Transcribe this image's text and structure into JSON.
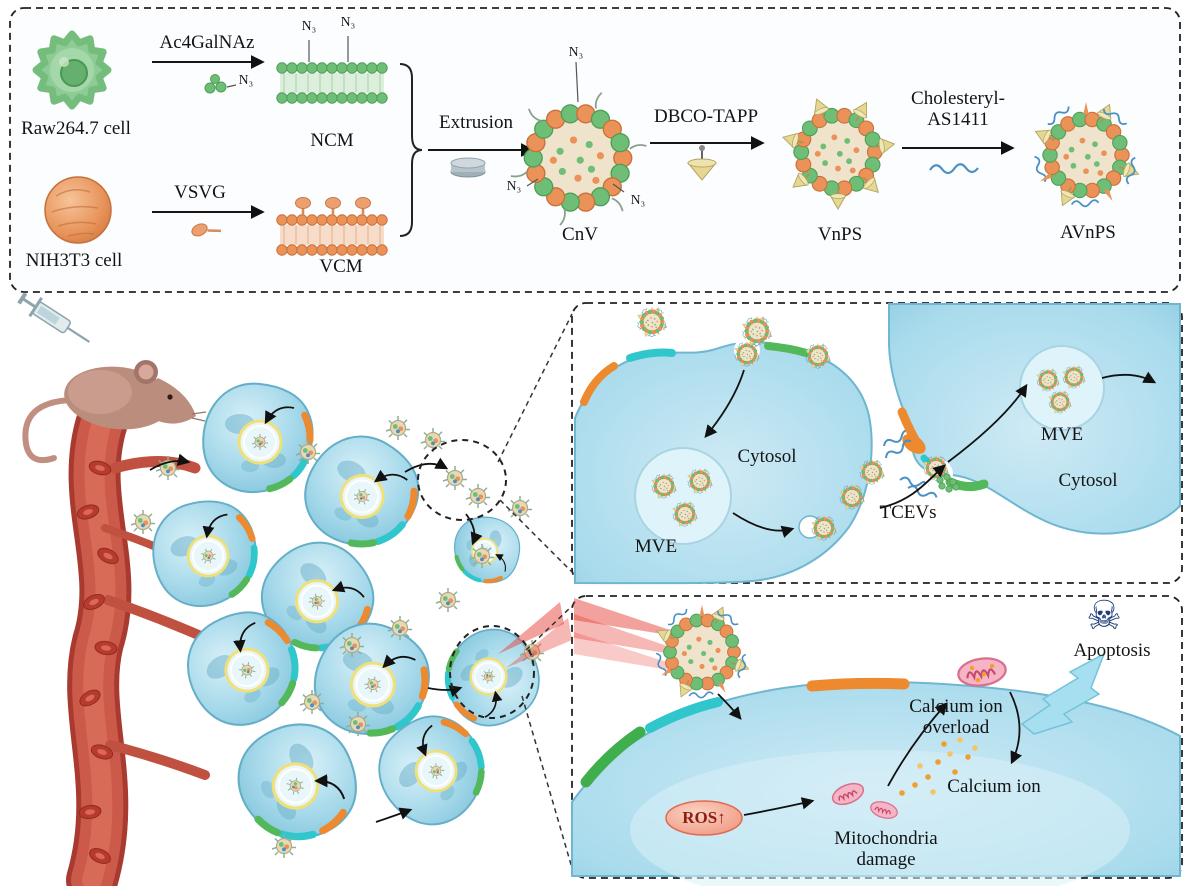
{
  "synthesis_panel": {
    "raw_cell_label": "Raw264.7 cell",
    "nih_cell_label": "NIH3T3 cell",
    "ac4galnaz_label": "Ac4GalNAz",
    "vsvg_label": "VSVG",
    "azide_label": "N₃",
    "ncm_label": "NCM",
    "vcm_label": "VCM",
    "extrusion_label": "Extrusion",
    "cnv_label": "CnV",
    "dbco_tapp_label": "DBCO-TAPP",
    "vnps_label": "VnPS",
    "cholesteryl_as1411_label": "Cholesteryl-AS1411",
    "avnps_label": "AVnPS"
  },
  "uptake_panel": {
    "cytosol_left_label": "Cytosol",
    "mve_left_label": "MVE",
    "tcevs_label": "TCEVs",
    "mve_right_label": "MVE",
    "cytosol_right_label": "Cytosol"
  },
  "mechanism_panel": {
    "ros_label": "ROS↑",
    "mitochondria_damage_label": "Mitochondria damage",
    "calcium_ion_label": "Calcium ion",
    "calcium_overload_label": "Calcium ion overload",
    "apoptosis_label": "Apoptosis",
    "skull_glyph": "☠"
  },
  "colors": {
    "membrane_green": "#6fbe77",
    "membrane_orange": "#ea9257",
    "tumor_cell_blue": "#8ecfe0",
    "vessel_red": "#c14a42",
    "mitochondria_pink": "#f6b5c4",
    "laser_red": "#e8443a",
    "tapp_cone_yellow": "#e6d795",
    "aptamer_blue": "#4a90c2",
    "skull_navy": "#1d3f77"
  }
}
